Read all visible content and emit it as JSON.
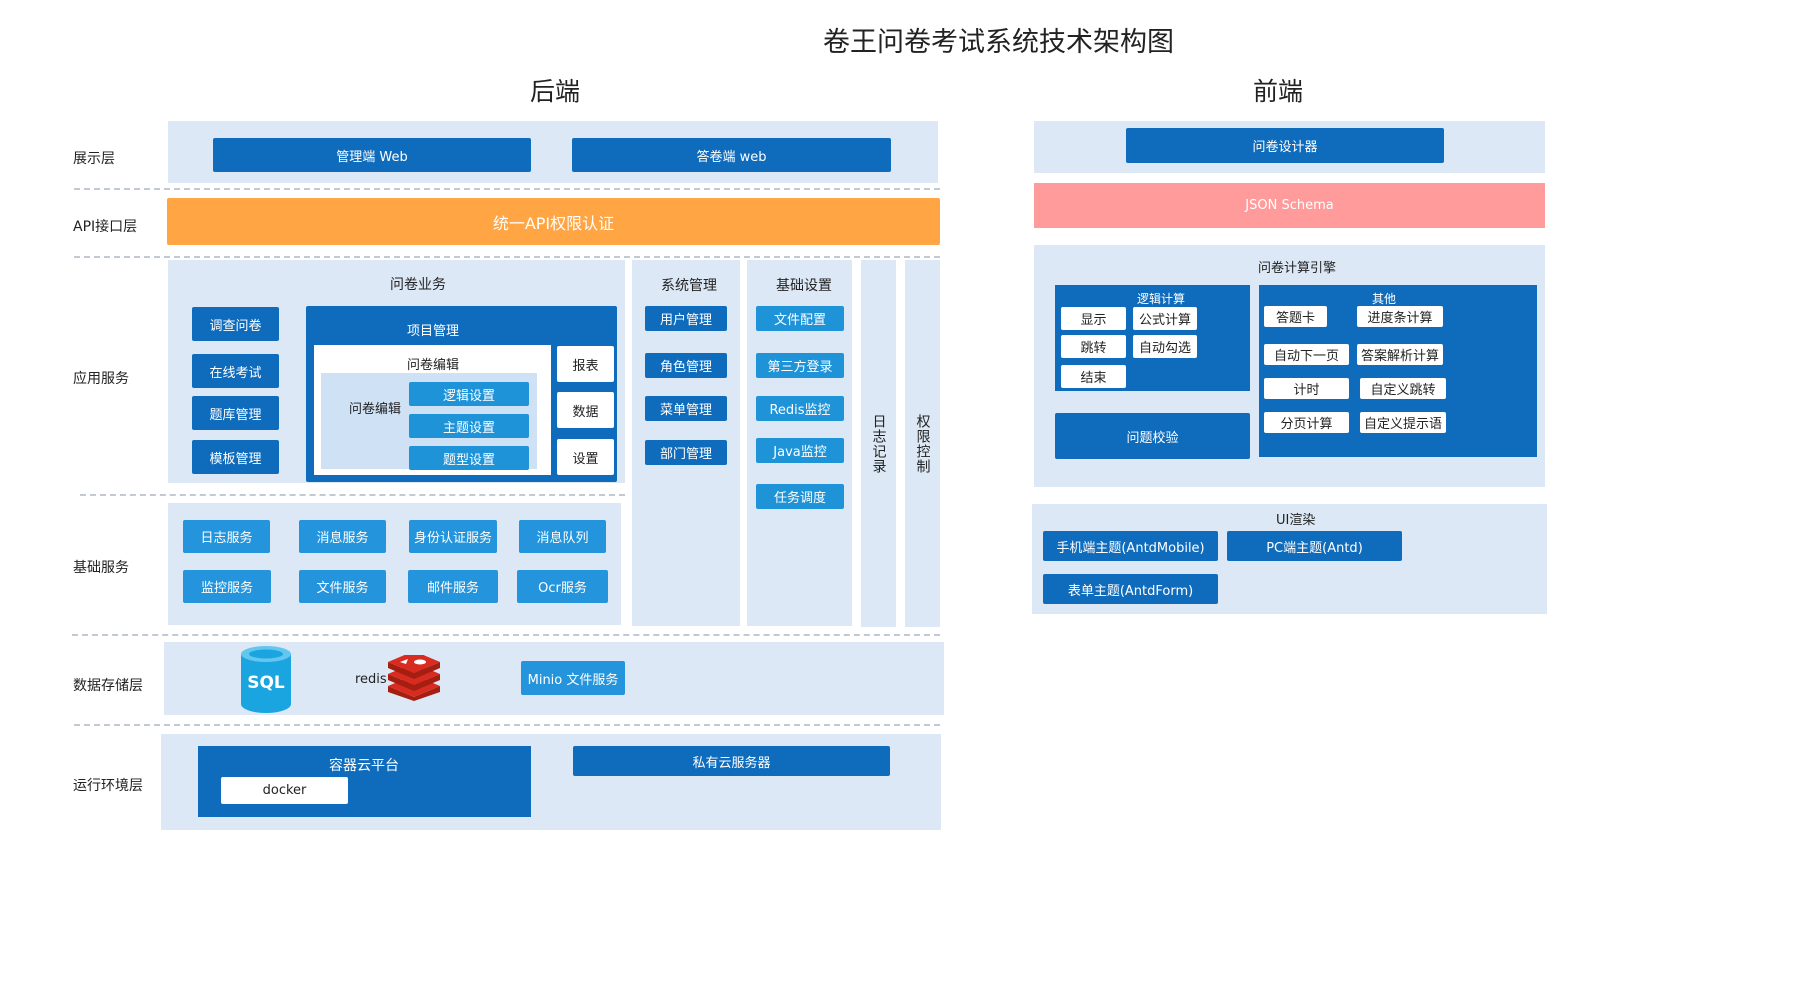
{
  "title": "卷王问卷考试系统技术架构图",
  "backend": {
    "heading": "后端",
    "layers": {
      "display": "展示层",
      "api": "API接口层",
      "app": "应用服务",
      "base": "基础服务",
      "storage": "数据存储层",
      "runtime": "运行环境层"
    },
    "display": {
      "admin_web": "管理端 Web",
      "answer_web": "答卷端 web"
    },
    "api_bar": "统一API权限认证",
    "survey_business": {
      "title": "问卷业务",
      "left_buttons": [
        "调查问卷",
        "在线考试",
        "题库管理",
        "模板管理"
      ],
      "project": {
        "title": "项目管理",
        "editor_title": "问卷编辑",
        "editor_label": "问卷编辑",
        "editor_items": [
          "逻辑设置",
          "主题设置",
          "题型设置"
        ],
        "side_items": [
          "报表",
          "数据",
          "设置"
        ]
      }
    },
    "system_mgmt": {
      "title": "系统管理",
      "items": [
        "用户管理",
        "角色管理",
        "菜单管理",
        "部门管理"
      ]
    },
    "base_settings": {
      "title": "基础设置",
      "items": [
        "文件配置",
        "第三方登录",
        "Redis监控",
        "Java监控",
        "任务调度"
      ]
    },
    "log_record": "日志记录",
    "permission": "权限控制",
    "base_services": {
      "row1": [
        "日志服务",
        "消息服务",
        "身份认证服务",
        "消息队列"
      ],
      "row2": [
        "监控服务",
        "文件服务",
        "邮件服务",
        "Ocr服务"
      ]
    },
    "storage": {
      "sql": "SQL",
      "redis": "redis",
      "minio": "Minio 文件服务"
    },
    "runtime": {
      "container": "容器云平台",
      "docker": "docker",
      "private_cloud": "私有云服务器"
    }
  },
  "frontend": {
    "heading": "前端",
    "designer": "问卷设计器",
    "schema": "JSON Schema",
    "engine": {
      "title": "问卷计算引擎",
      "logic_title": "逻辑计算",
      "logic_items": [
        "显示",
        "公式计算",
        "跳转",
        "自动勾选",
        "结束"
      ],
      "validation": "问题校验",
      "other_title": "其他",
      "other_items": [
        "答题卡",
        "进度条计算",
        "自动下一页",
        "答案解析计算",
        "计时",
        "自定义跳转",
        "分页计算",
        "自定义提示语"
      ]
    },
    "ui": {
      "title": "UI渲染",
      "items": [
        "手机端主题(AntdMobile)",
        "PC端主题(Antd)",
        "表单主题(AntdForm)"
      ]
    }
  },
  "colors": {
    "panel": "#dce8f5",
    "primary": "#0f6cbd",
    "light_blue": "#1e93d8",
    "orange": "#ffa544",
    "pink": "#ff9b9a"
  }
}
